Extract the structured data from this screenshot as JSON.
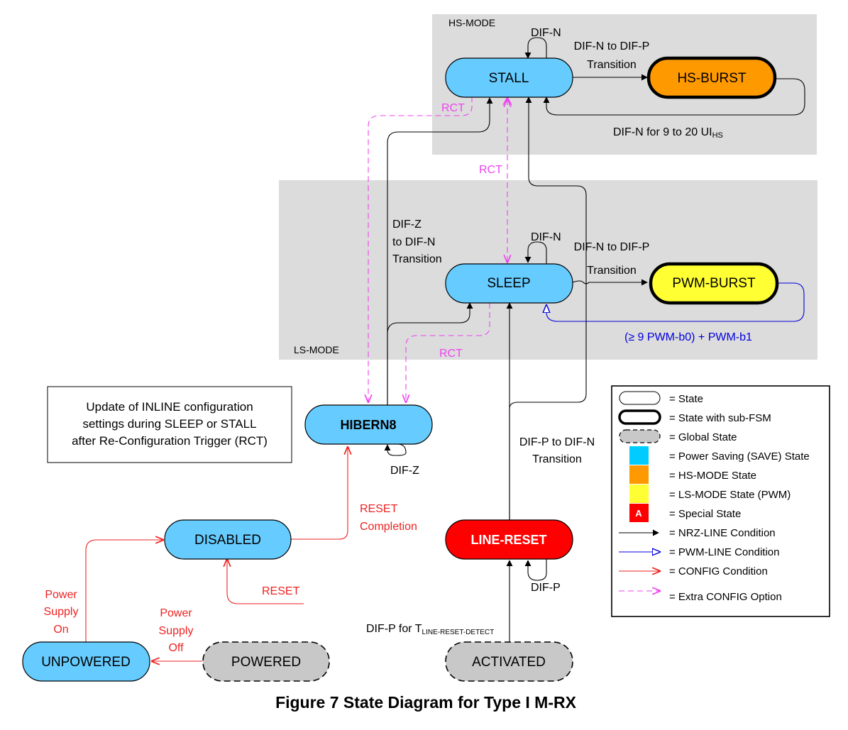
{
  "regions": {
    "hs_mode": "HS-MODE",
    "ls_mode": "LS-MODE"
  },
  "states": {
    "stall": "STALL",
    "hs_burst": "HS-BURST",
    "sleep": "SLEEP",
    "pwm_burst": "PWM-BURST",
    "hibern8": "HIBERN8",
    "disabled": "DISABLED",
    "line_reset": "LINE-RESET",
    "unpowered": "UNPOWERED",
    "powered": "POWERED",
    "activated": "ACTIVATED"
  },
  "labels": {
    "stall_loop": "DIF-N",
    "stall_to_hs_1": "DIF-N to DIF-P",
    "stall_to_hs_2": "Transition",
    "hs_return": "DIF-N for 9 to 20 UI",
    "hs_return_sub": "HS",
    "rct_1": "RCT",
    "rct_2": "RCT",
    "rct_3": "RCT",
    "difz_1": "DIF-Z",
    "difz_2": "to DIF-N",
    "difz_3": "Transition",
    "sleep_loop": "DIF-N",
    "sleep_to_pwm_1": "DIF-N to DIF-P",
    "sleep_to_pwm_2": "Transition",
    "pwm_return": "(≥ 9 PWM-b0) + PWM-b1",
    "hibern8_loop": "DIF-Z",
    "difp_difn_1": "DIF-P to DIF-N",
    "difp_difn_2": "Transition",
    "reset_completion_1": "RESET",
    "reset_completion_2": "Completion",
    "reset": "RESET",
    "lr_loop": "DIF-P",
    "difp_for": "DIF-P for T",
    "difp_for_sub": "LINE-RESET-DETECT",
    "ps_on_1": "Power",
    "ps_on_2": "Supply",
    "ps_on_3": "On",
    "ps_off_1": "Power",
    "ps_off_2": "Supply",
    "ps_off_3": "Off"
  },
  "note": {
    "line1": "Update of INLINE configuration",
    "line2": "settings during SLEEP or STALL",
    "line3": "after Re-Configuration Trigger (RCT)"
  },
  "legend": {
    "state": "= State",
    "state_subfsm": "= State with sub-FSM",
    "global_state": "= Global State",
    "save_state": "= Power Saving (SAVE) State",
    "hs_state": "= HS-MODE State",
    "ls_state": "= LS-MODE State (PWM)",
    "special_state": "= Special State",
    "special_swatch": "A",
    "nrz": "= NRZ-LINE Condition",
    "pwm": "= PWM-LINE Condition",
    "config": "= CONFIG Condition",
    "extra_config": "= Extra CONFIG Option"
  },
  "caption": "Figure 7 State Diagram for Type I M-RX",
  "colors": {
    "save": "#66ccff",
    "hs": "#ff9900",
    "ls": "#ffff33",
    "special": "#ff0000",
    "global": "#c8c8c8",
    "region": "#dcdcdc",
    "nrz": "#000000",
    "pwm": "#0000dd",
    "config": "#ee2222",
    "extra": "#ee44ee"
  }
}
